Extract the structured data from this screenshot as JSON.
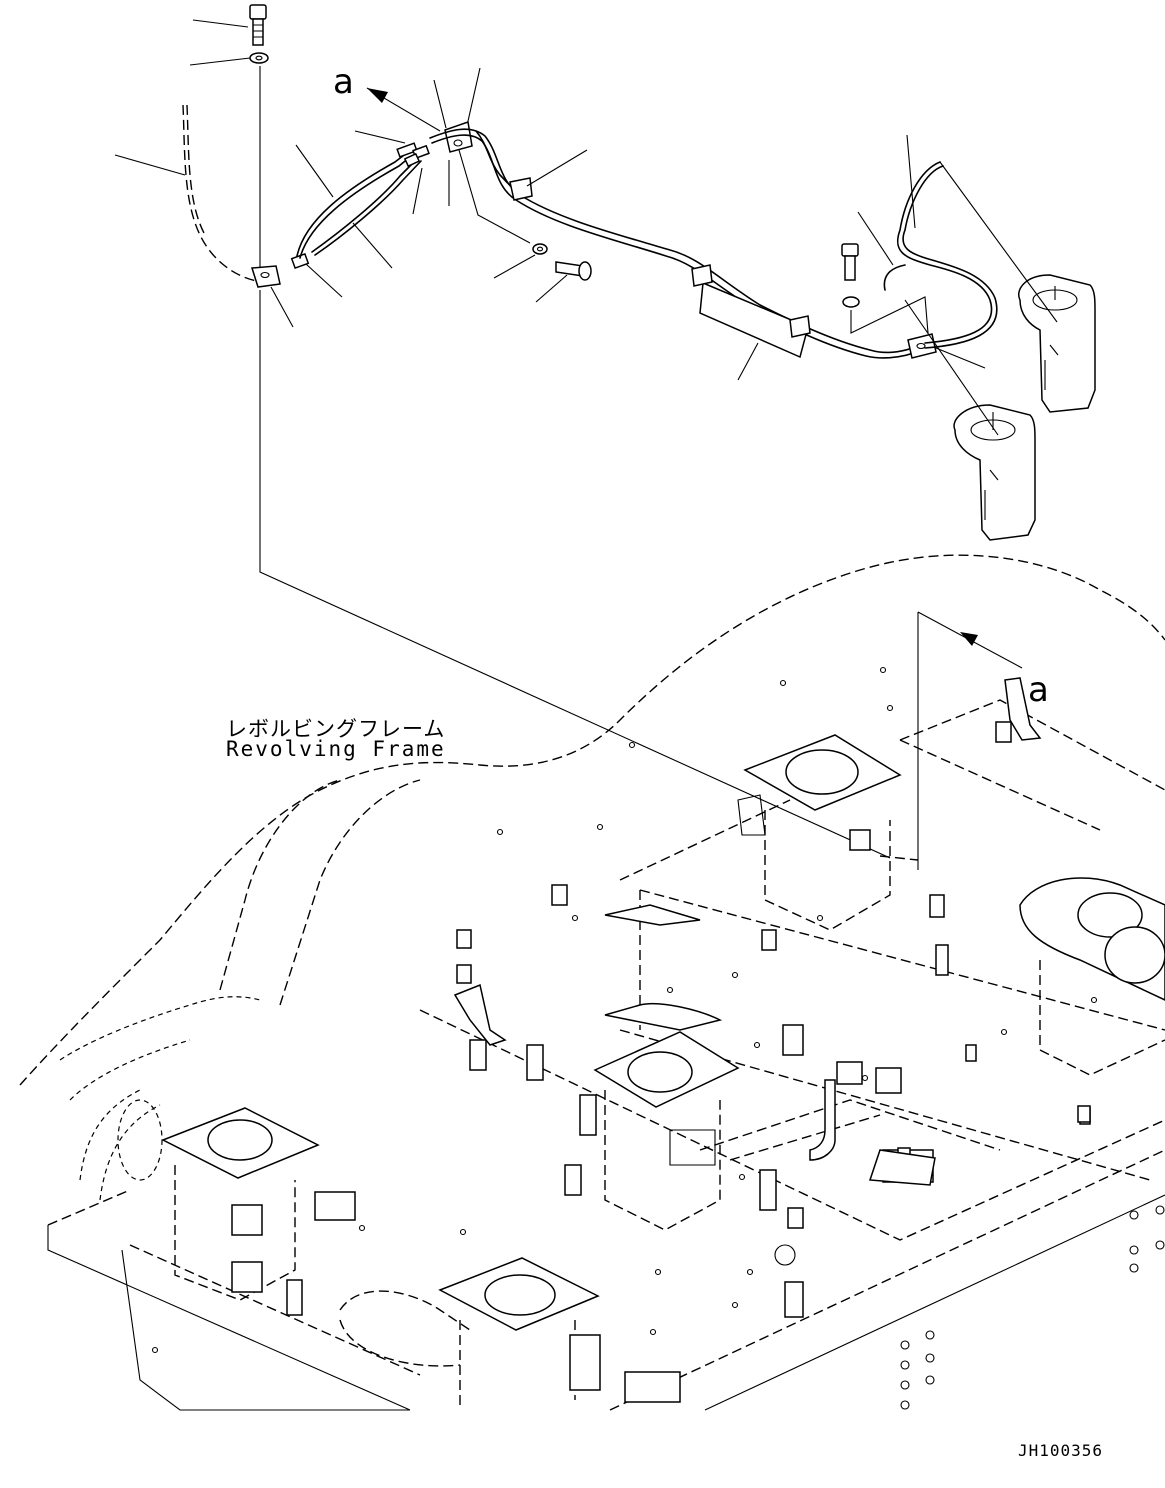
{
  "labels": {
    "frame_jp": "レボルビングフレーム",
    "frame_en": "Revolving Frame",
    "view_marker_top": "a",
    "view_marker_frame": "a",
    "drawing_id": "JH100356"
  }
}
